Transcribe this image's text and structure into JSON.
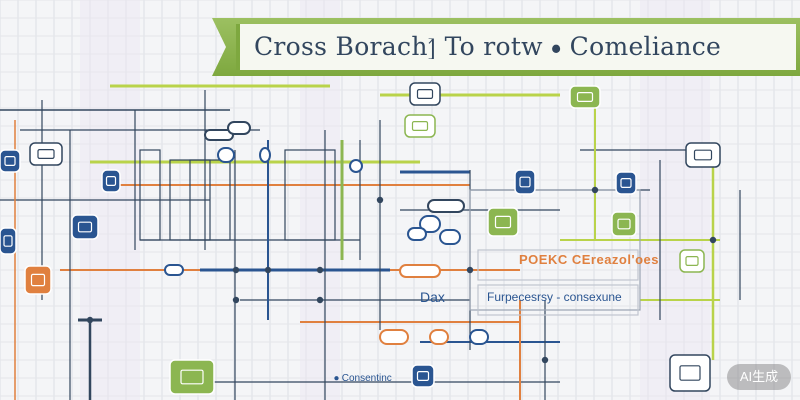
{
  "banner": {
    "title": "Cross Borach⦐ To rotw ⦁ Comeliance"
  },
  "labels": {
    "policy": "POEKC   CEreazol'oes",
    "dax": "Dax",
    "forward": "Furpecesrsy  -  consexune",
    "small": "⦁ Consentinc"
  },
  "badge": {
    "text": "AI生成"
  },
  "colors": {
    "green": "#8cb651",
    "blue": "#2a5591",
    "orange": "#e0803f",
    "navy": "#32465e",
    "lime": "#b9d34a"
  },
  "icons": [
    "document-icon",
    "chart-icon",
    "user-icon",
    "database-icon",
    "checklist-icon",
    "shield-icon",
    "lock-icon",
    "gear-icon",
    "folder-icon",
    "pipeline-node-icon"
  ]
}
